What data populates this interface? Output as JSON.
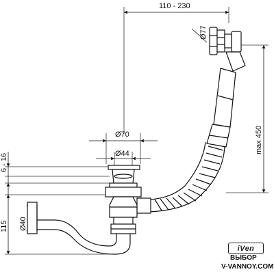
{
  "dimensions": {
    "top_width": "110 - 230",
    "overflow_diameter": "Ø77",
    "max_height": "max 450",
    "waste_diameter": "Ø70",
    "plug_diameter": "Ø44",
    "rim_range": "6 - 16",
    "pipe_diameter": "Ø40",
    "trap_height": "115"
  },
  "branding": {
    "logo": "iVen",
    "line1": "ВЫБОР",
    "line2": "V-VANNOY.COM"
  }
}
